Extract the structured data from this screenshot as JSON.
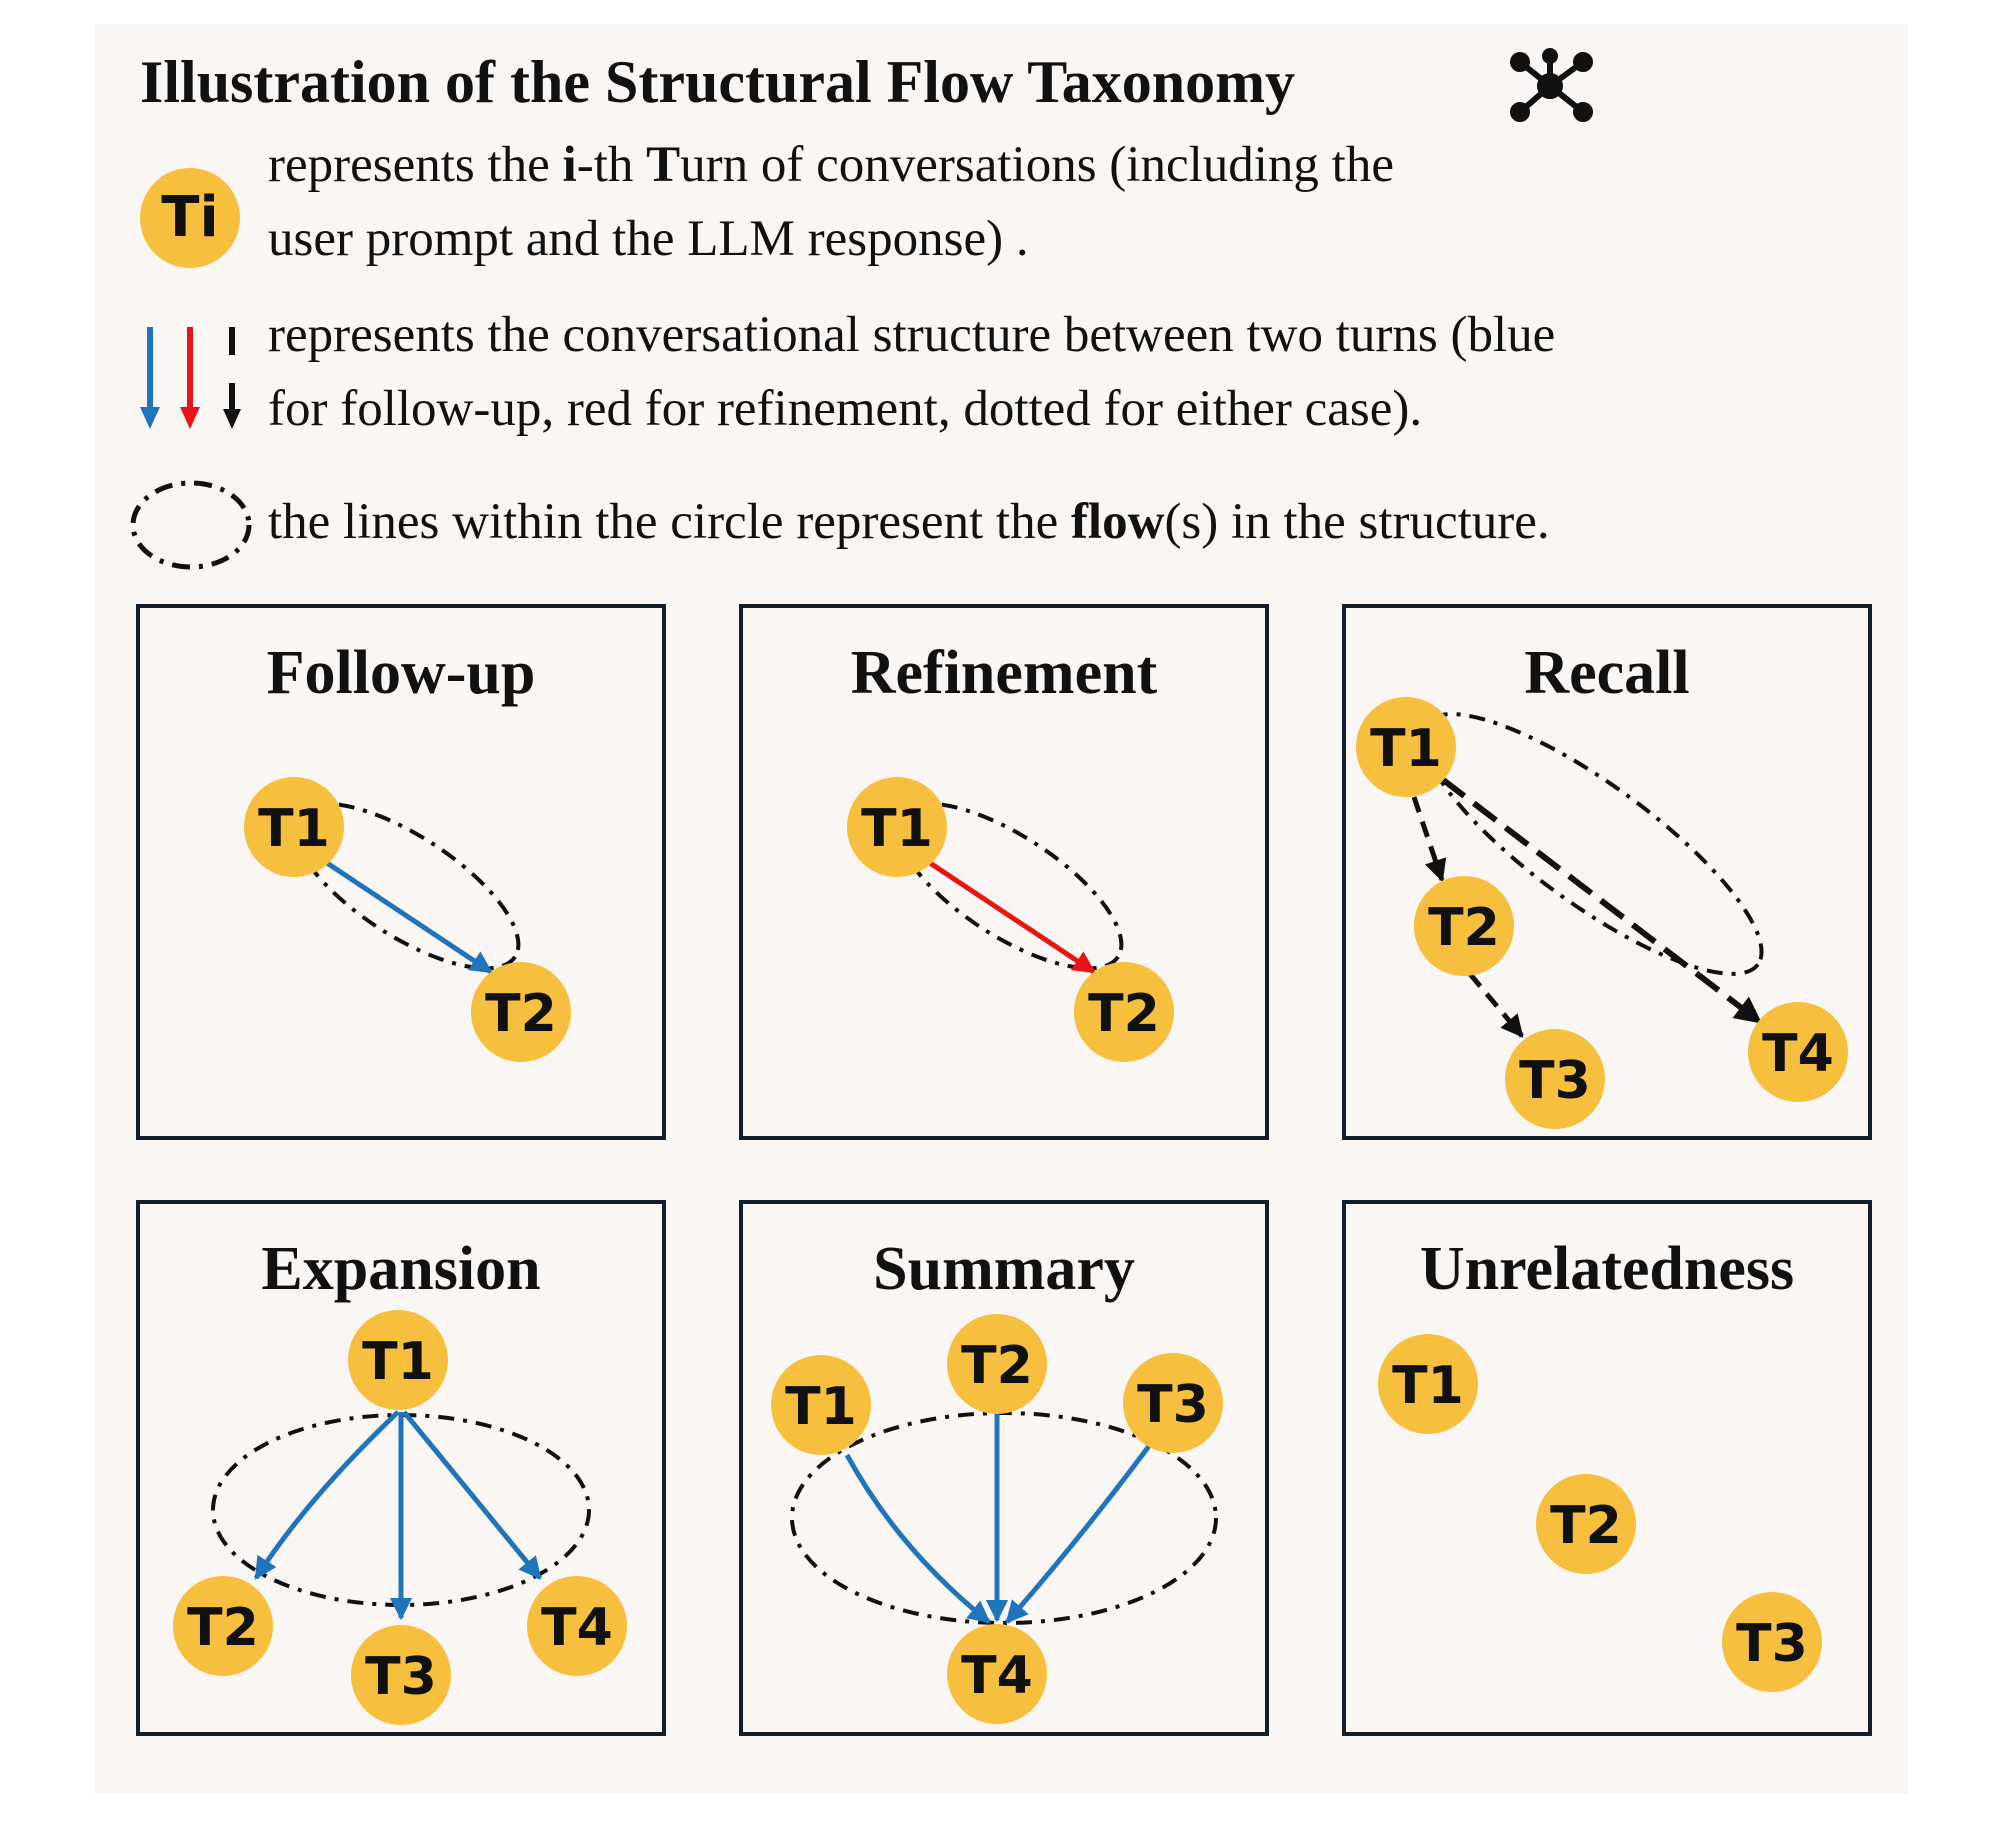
{
  "title": "Illustration of the Structural Flow Taxonomy",
  "icons": {
    "title_icon": "network-graph-icon",
    "legend_arrows": "arrows-icon",
    "legend_ellipse": "dotted-ellipse-icon"
  },
  "legend": {
    "badge": "Ti",
    "turn": {
      "line1": {
        "a": "represents the ",
        "b": "i",
        "c": "-th ",
        "d": "T",
        "e": "urn of conversations (including the"
      },
      "line2": "user prompt and the LLM response) ."
    },
    "arrows": {
      "line1": "represents the conversational structure between two turns (blue",
      "line2": "for follow-up, red for refinement, dotted for either case)."
    },
    "flow": {
      "a": "the lines within the circle represent the ",
      "b": "flow",
      "c": "(s) in the structure."
    }
  },
  "colors": {
    "node": "#f6c03e",
    "follow_up": "#1f74bb",
    "refinement": "#e81416",
    "either": "#111111",
    "border": "#13202b",
    "background": "#f9f6f3"
  },
  "panels": {
    "follow_up": {
      "title": "Follow-up",
      "nodes": [
        "T1",
        "T2"
      ]
    },
    "refinement": {
      "title": "Refinement",
      "nodes": [
        "T1",
        "T2"
      ]
    },
    "recall": {
      "title": "Recall",
      "nodes": [
        "T1",
        "T2",
        "T3",
        "T4"
      ]
    },
    "expansion": {
      "title": "Expansion",
      "nodes": [
        "T1",
        "T2",
        "T3",
        "T4"
      ]
    },
    "summary": {
      "title": "Summary",
      "nodes": [
        "T1",
        "T2",
        "T3",
        "T4"
      ]
    },
    "unrelatedness": {
      "title": "Unrelatedness",
      "nodes": [
        "T1",
        "T2",
        "T3"
      ]
    }
  }
}
